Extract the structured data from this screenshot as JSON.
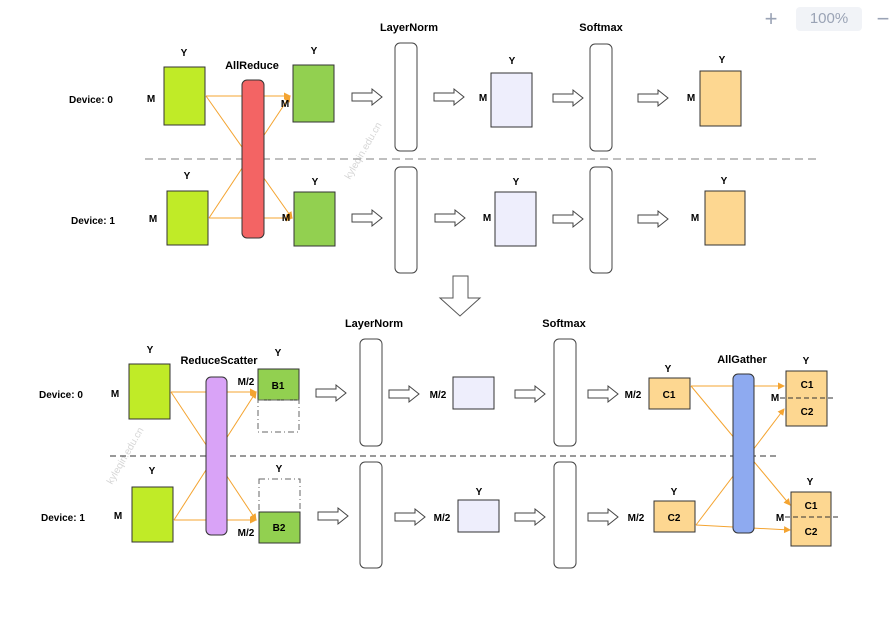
{
  "toolbar": {
    "zoom_in_icon": "plus-icon",
    "zoom_out_icon": "minus-icon",
    "zoom_level": "100%"
  },
  "watermark": "kyleqin.edu.cn",
  "top": {
    "device0": "Device: 0",
    "device1": "Device: 1",
    "allreduce": "AllReduce",
    "layernorm": "LayerNorm",
    "softmax": "Softmax",
    "y": "Y",
    "m": "M"
  },
  "bottom": {
    "device0": "Device: 0",
    "device1": "Device: 1",
    "reducescatter": "ReduceScatter",
    "layernorm": "LayerNorm",
    "softmax": "Softmax",
    "allgather": "AllGather",
    "y": "Y",
    "m": "M",
    "m2": "M/2",
    "b1": "B1",
    "b2": "B2",
    "c1": "C1",
    "c2": "C2"
  },
  "colors": {
    "input_green": "#c0eb27",
    "output_green": "#92d050",
    "allreduce_red": "#f36464",
    "layernorm_fill": "#eeeefc",
    "softmax_out": "#fdd791",
    "reducescatter_purple": "#d9a3f7",
    "allgather_blue": "#8eaaf0",
    "arrow_orange": "#f4a431"
  }
}
